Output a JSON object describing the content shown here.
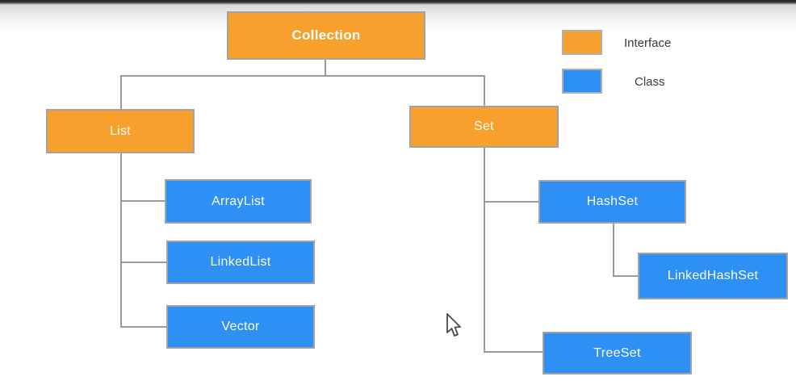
{
  "diagram": {
    "nodes": {
      "collection": {
        "label": "Collection",
        "type": "interface"
      },
      "list": {
        "label": "List",
        "type": "interface"
      },
      "set": {
        "label": "Set",
        "type": "interface"
      },
      "arraylist": {
        "label": "ArrayList",
        "type": "class"
      },
      "linkedlist": {
        "label": "LinkedList",
        "type": "class"
      },
      "vector": {
        "label": "Vector",
        "type": "class"
      },
      "hashset": {
        "label": "HashSet",
        "type": "class"
      },
      "linkedhashset": {
        "label": "LinkedHashSet",
        "type": "class"
      },
      "treeset": {
        "label": "TreeSet",
        "type": "class"
      }
    },
    "colors": {
      "interface_fill": "#f7a02e",
      "class_fill": "#2e90f4",
      "node_border": "#a3a3a3",
      "connector": "#999999"
    }
  },
  "legend": {
    "items": [
      {
        "label": "Interface",
        "color": "#f7a02e"
      },
      {
        "label": "Class",
        "color": "#2e90f4"
      }
    ]
  }
}
